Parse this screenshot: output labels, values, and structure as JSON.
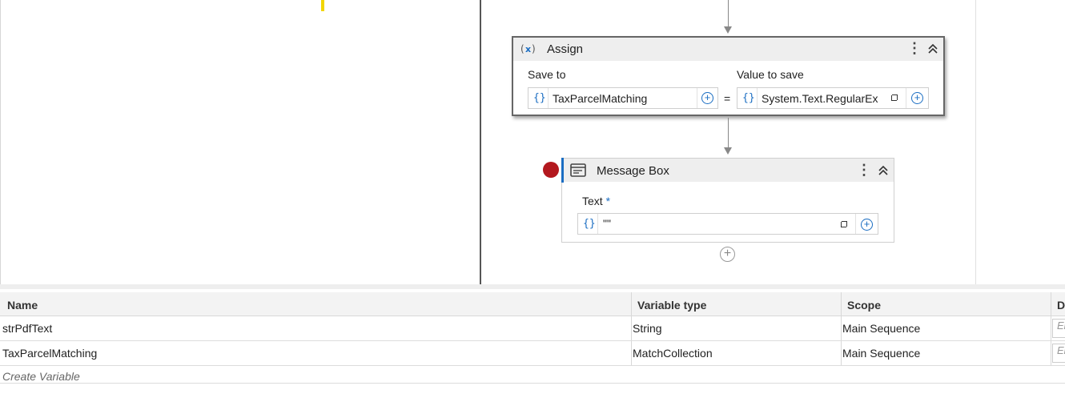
{
  "assign": {
    "title": "Assign",
    "icon": "variable-x-icon",
    "save_to_label": "Save to",
    "value_label": "Value to save",
    "save_to_value": "TaxParcelMatching",
    "value_to_save": "System.Text.RegularEx",
    "equals": "=",
    "brace": "{}"
  },
  "message_box": {
    "title": "Message Box",
    "text_label": "Text",
    "required_mark": "*",
    "text_value": "\"\"",
    "brace": "{}"
  },
  "variables": {
    "columns": [
      "Name",
      "Variable type",
      "Scope",
      "D"
    ],
    "rows": [
      {
        "name": "strPdfText",
        "type": "String",
        "scope": "Main Sequence",
        "default": "Er"
      },
      {
        "name": "TaxParcelMatching",
        "type": "MatchCollection",
        "scope": "Main Sequence",
        "default": "Er"
      }
    ],
    "create_label": "Create Variable"
  },
  "colors": {
    "accent": "#1a6dc2",
    "breakpoint": "#b3181e",
    "cursor": "#f2d600"
  }
}
